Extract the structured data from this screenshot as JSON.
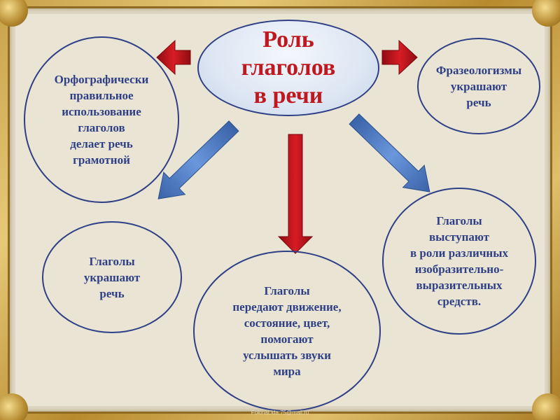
{
  "center": {
    "text": "Роль\nглаголов\nв речи"
  },
  "nodes": {
    "spelling": "Орфографически\nправильное\nиспользование\nглаголов\nделает речь\nграмотной",
    "idioms": "Фразеологизмы\nукрашают\nречь",
    "decorate": "Глаголы\nукрашают\nречь",
    "movement": "Глаголы\nпередают движение,\nсостояние, цвет,\nпомогают\nуслышать звуки\nмира",
    "expressive": "Глаголы\nвыступают\nв роли  различных\nизобразительно-\nвыразительных\nсредств."
  },
  "footer": "FokinaLida.75@mail.ru",
  "colors": {
    "node_text": "#2f3f86",
    "center_text": "#c0181f",
    "red_arrow": "#c8141c",
    "blue_arrow": "#4a78c4",
    "border": "#2f3f86"
  }
}
